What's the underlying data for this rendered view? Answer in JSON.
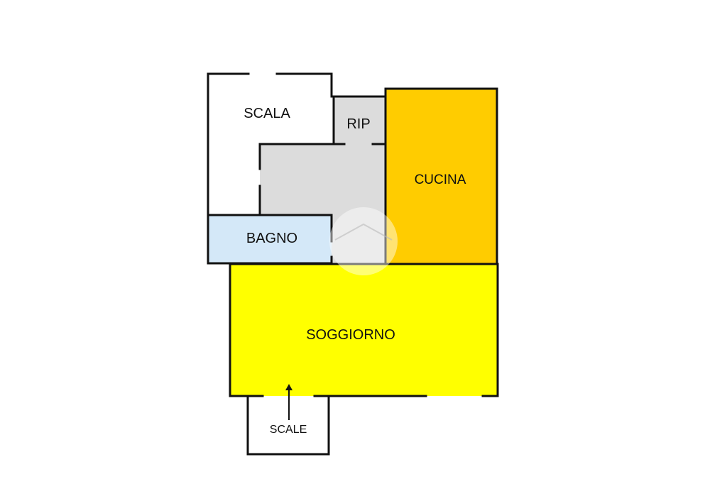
{
  "floorplan": {
    "rooms": [
      {
        "id": "scala",
        "label": "SCALA",
        "color": "#ffffff"
      },
      {
        "id": "rip",
        "label": "RIP",
        "color": "#dcdcdc"
      },
      {
        "id": "cucina",
        "label": "CUCINA",
        "color": "#ffcc00"
      },
      {
        "id": "bagno",
        "label": "BAGNO",
        "color": "#d4e8f8"
      },
      {
        "id": "soggiorno",
        "label": "SOGGIORNO",
        "color": "#ffff00"
      },
      {
        "id": "scale",
        "label": "SCALE",
        "color": "#ffffff"
      }
    ],
    "corridor_color": "#dcdcdc",
    "wall_color": "#111111"
  }
}
